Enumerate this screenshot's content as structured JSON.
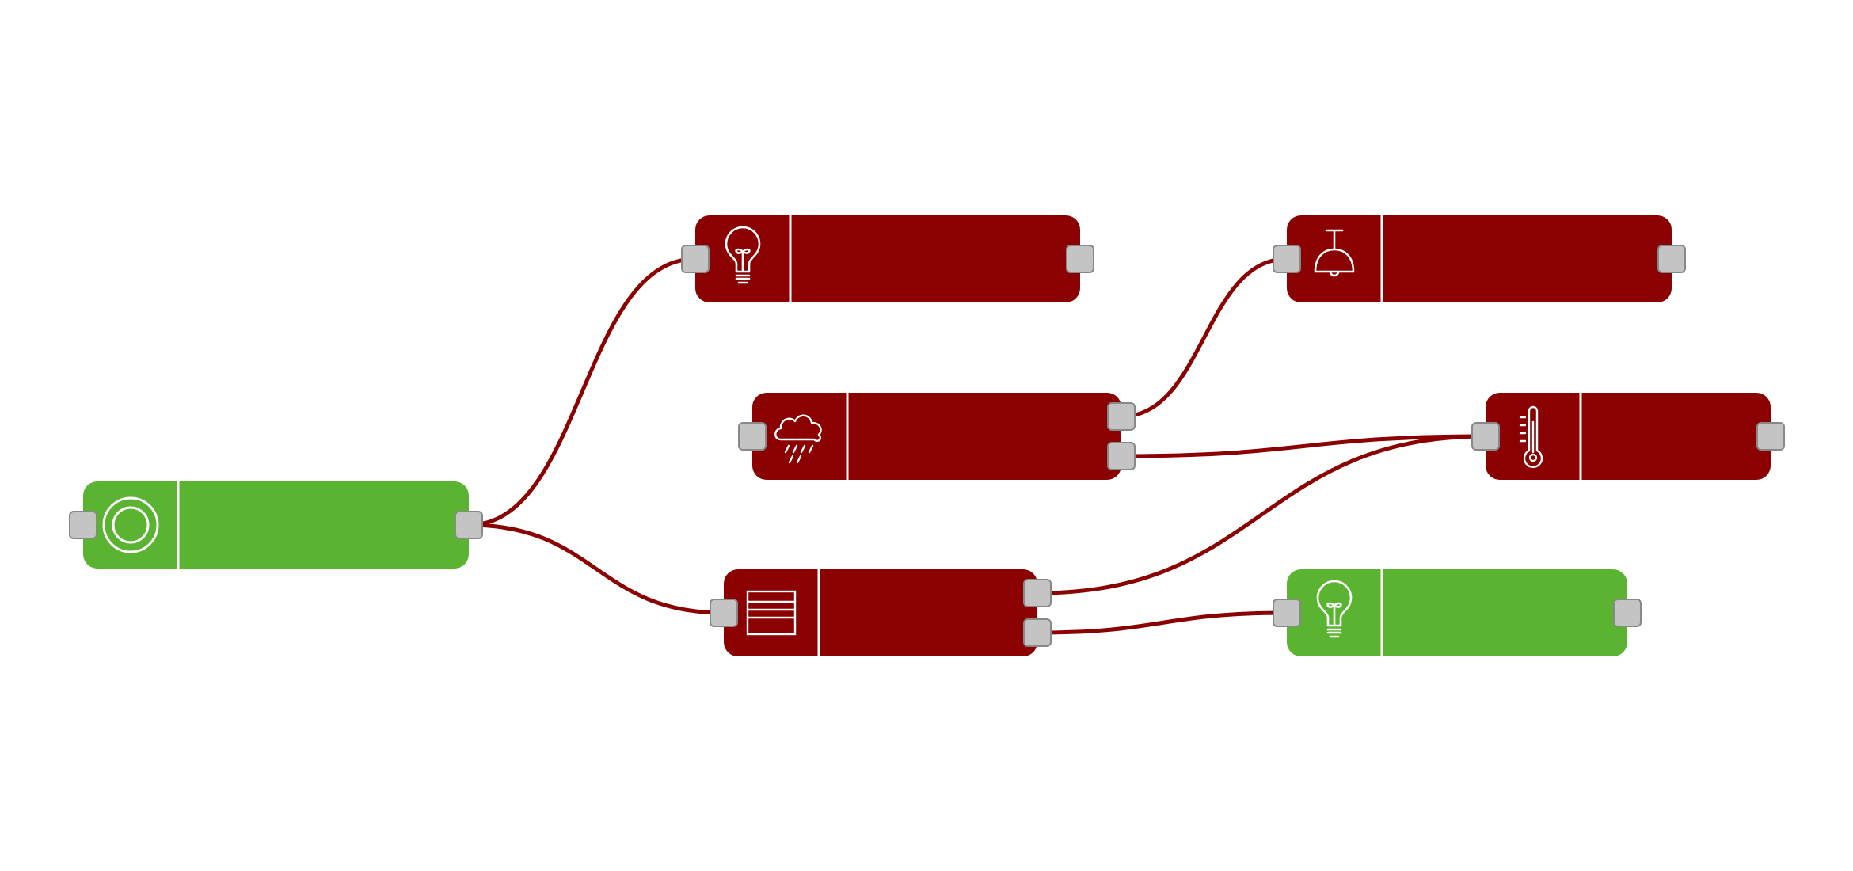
{
  "colors": {
    "red_node": "#8b0000",
    "green_node": "#5ab432",
    "wire": "#8b0000",
    "port_fill": "#c4c4c4",
    "port_stroke": "#888888",
    "icon": "#ffffff"
  },
  "nodes": [
    {
      "id": "switch",
      "icon": "button-icon",
      "color": "green"
    },
    {
      "id": "light-1",
      "icon": "lightbulb-icon",
      "color": "red"
    },
    {
      "id": "weather",
      "icon": "rain-cloud-icon",
      "color": "red"
    },
    {
      "id": "blind",
      "icon": "window-blind-icon",
      "color": "red"
    },
    {
      "id": "ceiling-lamp",
      "icon": "pendant-lamp-icon",
      "color": "red"
    },
    {
      "id": "thermometer",
      "icon": "thermometer-icon",
      "color": "red"
    },
    {
      "id": "light-2",
      "icon": "lightbulb-icon",
      "color": "green"
    }
  ],
  "wires": [
    {
      "from": "switch",
      "from_port": 0,
      "to": "light-1"
    },
    {
      "from": "switch",
      "from_port": 0,
      "to": "blind"
    },
    {
      "from": "weather",
      "from_port": 0,
      "to": "ceiling-lamp"
    },
    {
      "from": "weather",
      "from_port": 1,
      "to": "thermometer"
    },
    {
      "from": "blind",
      "from_port": 0,
      "to": "thermometer"
    },
    {
      "from": "blind",
      "from_port": 1,
      "to": "light-2"
    }
  ]
}
